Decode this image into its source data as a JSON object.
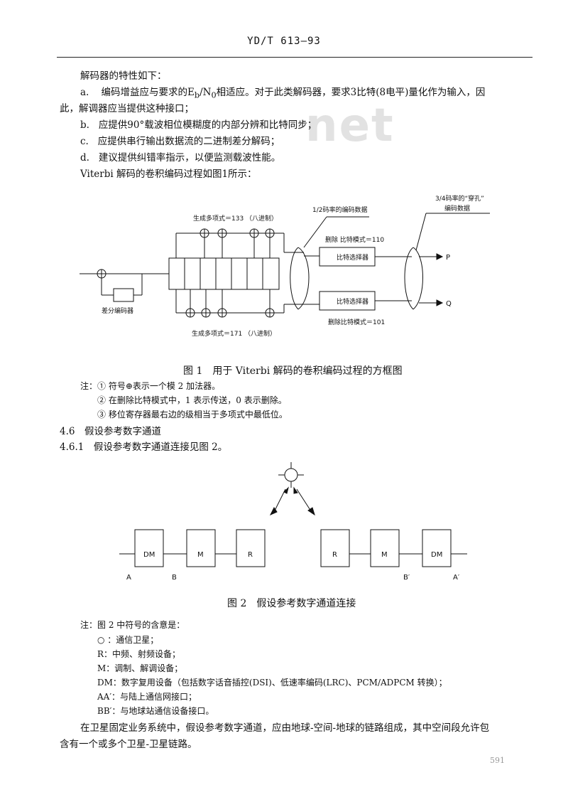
{
  "header": "YD/T 613—93",
  "watermark": "net",
  "intro": "解码器的特性如下：",
  "items": [
    {
      "label": "a.",
      "text": "编码增益应与要求的E",
      "sub1": "b",
      "mid": "/N",
      "sub2": "0",
      "rest": "相适应。对于此类解码器，要求3比特(8电平)量化作为输入，因"
    },
    {
      "label": "",
      "text": "此，解调器应当提供这种接口；"
    },
    {
      "label": "b.",
      "text": "应提供90°载波相位模糊度的内部分辨和比特同步；"
    },
    {
      "label": "c.",
      "text": "应提供串行输出数据流的二进制差分解码；"
    },
    {
      "label": "d.",
      "text": "建议提供纠错率指示，以便监测载波性能。"
    }
  ],
  "viterbi_line": "Viterbi 解码的卷积编码过程如图1所示：",
  "fig1": {
    "gen_top": "生成多项式＝133 （八进制）",
    "gen_bottom": "生成多项式＝171 （八进制）",
    "diff_encoder": "差分编码器",
    "half_rate": "1/2码率的编码数据",
    "three_quarter_1": "3/4码率的“穿孔”",
    "three_quarter_2": "编码数据",
    "delete_top": "删除 比特模式＝110",
    "delete_bottom": "删除比特模式＝101",
    "selector_top": "比特选择器",
    "selector_bottom": "比特选择器",
    "out_p": "P",
    "out_q": "Q",
    "caption": "图 1　用于 Viterbi 解码的卷积编码过程的方框图"
  },
  "notes1": [
    "注：① 符号⊕表示一个模 2 加法器。",
    "② 在删除比特模式中，1 表示传送，0 表示删除。",
    "③ 移位寄存器最右边的级相当于多项式中最低位。"
  ],
  "sec46": "4.6　假设参考数字通道",
  "sec461": "4.6.1　假设参考数字通道连接见图 2。",
  "fig2": {
    "dm_left": "DM",
    "m_left": "M",
    "r_left": "R",
    "r_right": "R",
    "m_right": "M",
    "dm_right": "DM",
    "lbl_a": "A",
    "lbl_b": "B",
    "lbl_b2": "B′",
    "lbl_a2": "A′",
    "caption": "图 2　假设参考数字通道连接"
  },
  "notes2": [
    "注：图 2 中符号的含意是：",
    "○ ：通信卫星；",
    "R：中频、射频设备；",
    "M：调制、解调设备；",
    "DM：数字复用设备（包括数字话音插控(DSI)、低速率编码(LRC)、PCM/ADPCM 转换）；",
    "AA′：与陆上通信网接口；",
    "BB′：与地球站通信设备接口。"
  ],
  "final_para_1": "在卫星固定业务系统中，假设参考数字通道，应由地球-空间-地球的链路组成，其中空间段允许包",
  "final_para_2": "含有一个或多个卫星-卫星链路。",
  "page_number": "591"
}
